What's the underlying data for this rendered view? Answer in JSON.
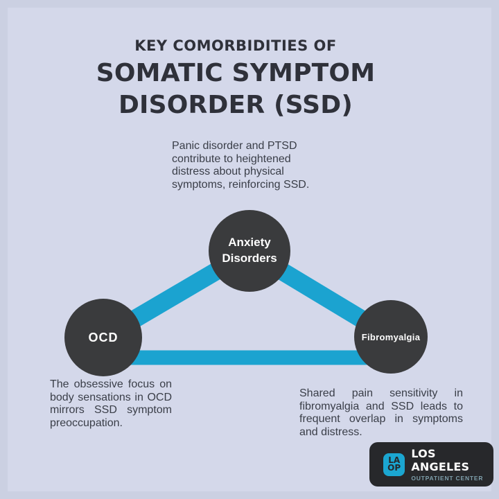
{
  "title": {
    "kicker": "KEY COMORBIDITIES OF",
    "line2": "SOMATIC SYMPTOM",
    "line3": "DISORDER (SSD)"
  },
  "notes": {
    "anxiety": "Panic disorder and PTSD contribute to heightened distress about physical symptoms, reinforcing SSD.",
    "ocd": "The obsessive focus on body sensations in OCD mirrors SSD symptom preoccupation.",
    "fibromyalgia": "Shared pain sensitivity in fibromyalgia and SSD leads to frequent overlap in symptoms and distress."
  },
  "diagram": {
    "type": "triangle-relationship",
    "nodes": [
      {
        "id": "anxiety-disorders",
        "label": "Anxiety Disorders"
      },
      {
        "id": "ocd",
        "label": "OCD"
      },
      {
        "id": "fibromyalgia",
        "label": "Fibromyalgia"
      }
    ],
    "links": [
      "ocd–anxiety-disorders",
      "anxiety-disorders–fibromyalgia",
      "ocd–fibromyalgia"
    ]
  },
  "logo": {
    "monogram_top": "LA",
    "monogram_bottom": "OP",
    "name": "LOS ANGELES",
    "subtitle": "OUTPATIENT CENTER"
  },
  "colors": {
    "background": "#CBD0E2",
    "panel": "#D4D8EA",
    "title_text": "#2F313A",
    "body_text": "#3A3E48",
    "node_fill": "#3A3B3D",
    "node_text": "#FFFFFF",
    "link": "#1BA3D0",
    "logo_bg": "#27282B",
    "logo_name_text": "#FFFFFF",
    "logo_subtitle_text": "#7FA0AC",
    "logo_mark_bg": "#1BA6D1",
    "logo_mark_text": "#27282B"
  }
}
